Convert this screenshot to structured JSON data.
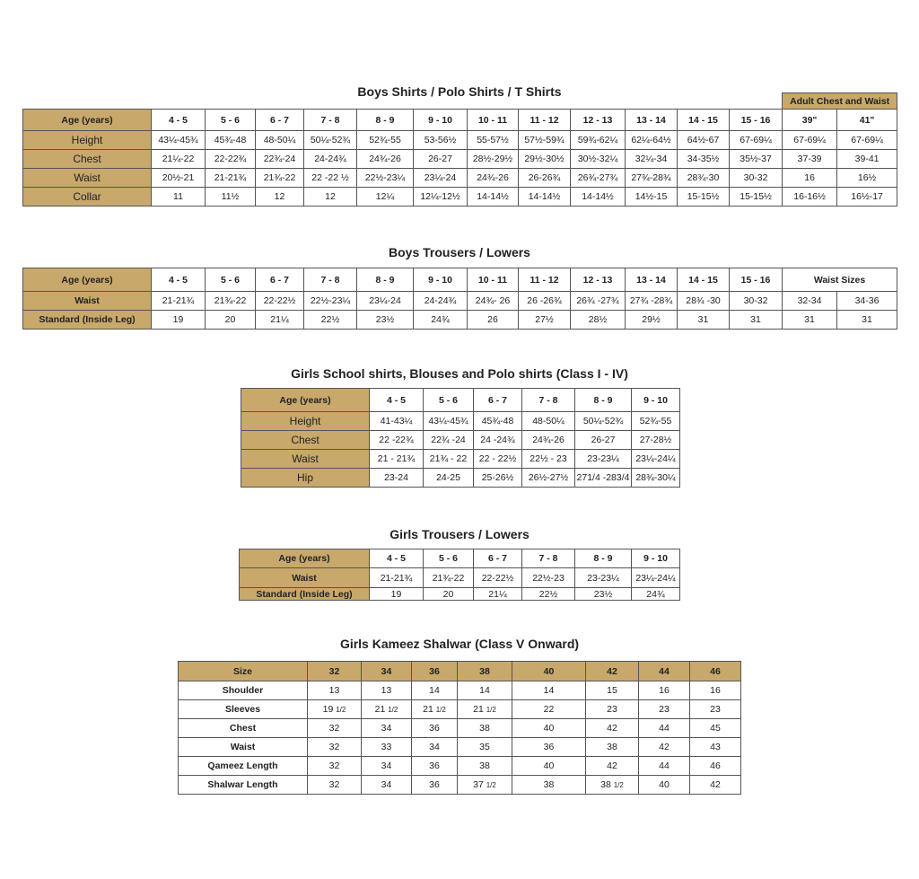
{
  "boys_shirts": {
    "title": "Boys Shirts / Polo Shirts / T Shirts",
    "adult_label": "Adult Chest and Waist",
    "header_label": "Age (years)",
    "columns": [
      "4 - 5",
      "5 - 6",
      "6 - 7",
      "7 - 8",
      "8 - 9",
      "9 - 10",
      "10 - 11",
      "11 - 12",
      "12 - 13",
      "13 - 14",
      "14 - 15",
      "15 - 16",
      "39\"",
      "41\""
    ],
    "rows": [
      {
        "label": "Height",
        "cells": [
          "43¼-45¾",
          "45¾-48",
          "48-50¼",
          "50¼-52¾",
          "52¾-55",
          "53-56½",
          "55-57½",
          "57½-59¾",
          "59¾-62¼",
          "62¼-64½",
          "64½-67",
          "67-69¼",
          "67-69¼",
          "67-69¼"
        ]
      },
      {
        "label": "Chest",
        "cells": [
          "21¼-22",
          "22-22¾",
          "22¾-24",
          "24-24¾",
          "24¾-26",
          "26-27",
          "28½-29½",
          "29½-30½",
          "30½-32¼",
          "32¼-34",
          "34-35½",
          "35½-37",
          "37-39",
          "39-41"
        ]
      },
      {
        "label": "Waist",
        "cells": [
          "20½-21",
          "21-21¾",
          "21¾-22",
          "22 -22 ½",
          "22½-23¼",
          "23¼-24",
          "24¾-26",
          "26-26¾",
          "26¾-27¾",
          "27¾-28¾",
          "28¾-30",
          "30-32",
          "16",
          "16½"
        ]
      },
      {
        "label": "Collar",
        "cells": [
          "11",
          "11½",
          "12",
          "12",
          "12¼",
          "12¼-12½",
          "14-14½",
          "14-14½",
          "14-14½",
          "14½-15",
          "15-15½",
          "15-15½",
          "16-16½",
          "16½-17"
        ]
      }
    ]
  },
  "boys_trousers": {
    "title": "Boys Trousers / Lowers",
    "header_label": "Age (years)",
    "columns": [
      "4 - 5",
      "5 - 6",
      "6 - 7",
      "7 - 8",
      "8 - 9",
      "9 - 10",
      "10 - 11",
      "11 - 12",
      "12 - 13",
      "13 - 14",
      "14 - 15",
      "15 - 16"
    ],
    "waist_sizes_label": "Waist Sizes",
    "rows": [
      {
        "label": "Waist",
        "cells": [
          "21-21¾",
          "21¾-22",
          "22-22½",
          "22½-23¼",
          "23¼-24",
          "24-24¾",
          "24¾- 26",
          "26 -26¾",
          "26¾ -27¾",
          "27¾ -28¾",
          "28¾ -30",
          "30-32",
          "32-34",
          "34-36"
        ]
      },
      {
        "label": "Standard (Inside Leg)",
        "cells": [
          "19",
          "20",
          "21¼",
          "22½",
          "23½",
          "24¾",
          "26",
          "27½",
          "28½",
          "29½",
          "31",
          "31",
          "31",
          "31"
        ]
      }
    ]
  },
  "girls_shirts": {
    "title": "Girls School shirts, Blouses and Polo shirts (Class I - IV)",
    "header_label": "Age (years)",
    "columns": [
      "4 - 5",
      "5 - 6",
      "6 - 7",
      "7 - 8",
      "8 - 9",
      "9 - 10"
    ],
    "rows": [
      {
        "label": "Height",
        "cells": [
          "41-43¼",
          "43¼-45¾",
          "45¾-48",
          "48-50¼",
          "50¼-52¾",
          "52¾-55"
        ]
      },
      {
        "label": "Chest",
        "cells": [
          "22 -22¾",
          "22¾ -24",
          "24 -24¾",
          "24¾-26",
          "26-27",
          "27-28½"
        ]
      },
      {
        "label": "Waist",
        "cells": [
          "21 - 21¾",
          "21¾ - 22",
          "22 - 22½",
          "22½ - 23",
          "23-23¼",
          "23¼-24¼"
        ]
      },
      {
        "label": "Hip",
        "cells": [
          "23-24",
          "24-25",
          "25-26½",
          "26½-27½",
          "271/4 -283/4",
          "28¾-30¼"
        ]
      }
    ]
  },
  "girls_trousers": {
    "title": "Girls Trousers / Lowers",
    "header_label": "Age (years)",
    "columns": [
      "4 - 5",
      "5 - 6",
      "6 - 7",
      "7 - 8",
      "8 - 9",
      "9 - 10"
    ],
    "rows": [
      {
        "label": "Waist",
        "cells": [
          "21-21¾",
          "21¾-22",
          "22-22½",
          "22½-23",
          "23-23¼",
          "23¼-24¼"
        ]
      },
      {
        "label": "Standard (Inside Leg)",
        "cells": [
          "19",
          "20",
          "21¼",
          "22½",
          "23½",
          "24¾"
        ]
      }
    ]
  },
  "kameez": {
    "title": "Girls Kameez Shalwar (Class V Onward)",
    "header_label": "Size",
    "columns": [
      "32",
      "34",
      "36",
      "38",
      "40",
      "42",
      "44",
      "46"
    ],
    "rows": [
      {
        "label": "Shoulder",
        "cells": [
          [
            "13",
            ""
          ],
          [
            "13",
            ""
          ],
          [
            "14",
            ""
          ],
          [
            "14",
            ""
          ],
          [
            "14",
            ""
          ],
          [
            "15",
            ""
          ],
          [
            "16",
            ""
          ],
          [
            "16",
            ""
          ]
        ]
      },
      {
        "label": "Sleeves",
        "cells": [
          [
            "19",
            "1/2"
          ],
          [
            "21",
            "1/2"
          ],
          [
            "21",
            "1/2"
          ],
          [
            "21",
            "1/2"
          ],
          [
            "22",
            ""
          ],
          [
            "23",
            ""
          ],
          [
            "23",
            ""
          ],
          [
            "23",
            ""
          ]
        ]
      },
      {
        "label": "Chest",
        "cells": [
          [
            "32",
            ""
          ],
          [
            "34",
            ""
          ],
          [
            "36",
            ""
          ],
          [
            "38",
            ""
          ],
          [
            "40",
            ""
          ],
          [
            "42",
            ""
          ],
          [
            "44",
            ""
          ],
          [
            "45",
            ""
          ]
        ]
      },
      {
        "label": "Waist",
        "cells": [
          [
            "32",
            ""
          ],
          [
            "33",
            ""
          ],
          [
            "34",
            ""
          ],
          [
            "35",
            ""
          ],
          [
            "36",
            ""
          ],
          [
            "38",
            ""
          ],
          [
            "42",
            ""
          ],
          [
            "43",
            ""
          ]
        ]
      },
      {
        "label": "Qameez Length",
        "cells": [
          [
            "32",
            ""
          ],
          [
            "34",
            ""
          ],
          [
            "36",
            ""
          ],
          [
            "38",
            ""
          ],
          [
            "40",
            ""
          ],
          [
            "42",
            ""
          ],
          [
            "44",
            ""
          ],
          [
            "46",
            ""
          ]
        ]
      },
      {
        "label": "Shalwar Length",
        "cells": [
          [
            "32",
            ""
          ],
          [
            "34",
            ""
          ],
          [
            "36",
            ""
          ],
          [
            "37",
            "1/2"
          ],
          [
            "38",
            ""
          ],
          [
            "38",
            "1/2"
          ],
          [
            "40",
            ""
          ],
          [
            "42",
            ""
          ]
        ]
      }
    ]
  },
  "colors": {
    "accent": "#c8a86b",
    "border": "#555555"
  }
}
